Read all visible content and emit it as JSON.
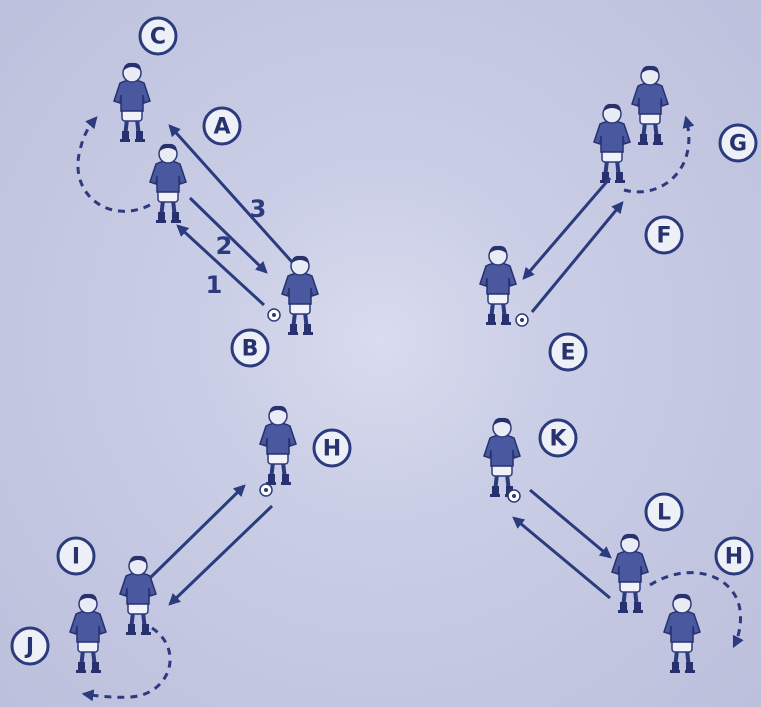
{
  "labels": {
    "A": "A",
    "B": "B",
    "C": "C",
    "E": "E",
    "F": "F",
    "G": "G",
    "H1": "H",
    "H2": "H",
    "I": "I",
    "J": "J",
    "K": "K",
    "L": "L"
  },
  "pass_numbers": {
    "n1": "1",
    "n2": "2",
    "n3": "3"
  },
  "colors": {
    "primary": "#2c3a7e",
    "shirt": "#4a58a0",
    "background": "#c9cde5"
  }
}
